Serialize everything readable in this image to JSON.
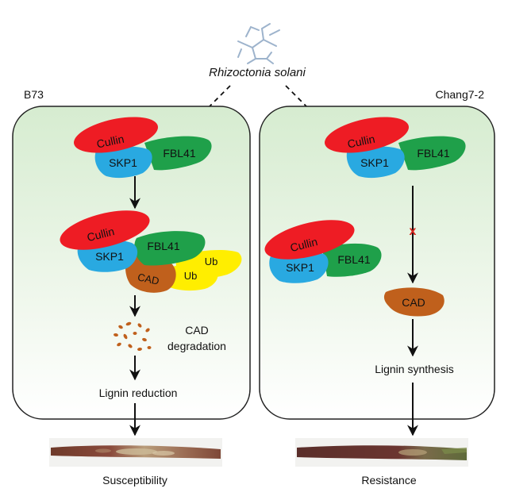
{
  "pathogen": {
    "name": "Rhizoctonia solani"
  },
  "left_panel": {
    "title": "B73",
    "complex_top": {
      "cullin": "Cullin",
      "skp1": "SKP1",
      "fbl41": "FBL41"
    },
    "complex_bound": {
      "cullin": "Cullin",
      "skp1": "SKP1",
      "fbl41": "FBL41",
      "cad": "CAD",
      "ub1": "Ub",
      "ub2": "Ub"
    },
    "degradation_line1": "CAD",
    "degradation_line2": "degradation",
    "reduction": "Lignin reduction",
    "outcome": "Susceptibility"
  },
  "right_panel": {
    "title": "Chang7-2",
    "complex_top": {
      "cullin": "Cullin",
      "skp1": "SKP1",
      "fbl41": "FBL41"
    },
    "complex_side": {
      "cullin": "Cullin",
      "skp1": "SKP1",
      "fbl41": "FBL41"
    },
    "blocked_mark": "x",
    "cad": "CAD",
    "synthesis": "Lignin synthesis",
    "outcome": "Resistance"
  },
  "colors": {
    "cullin": "#ee1c24",
    "skp1": "#29a9e1",
    "fbl41": "#1fa04a",
    "ub": "#ffee00",
    "cad": "#c0601c",
    "panel_top": "#d6ecd0",
    "panel_bottom": "#ffffff"
  },
  "icons": {
    "pathogen": "fungal-hyphae-icon",
    "stem_left": "diseased-stem-photo",
    "stem_right": "healthy-stem-photo"
  }
}
